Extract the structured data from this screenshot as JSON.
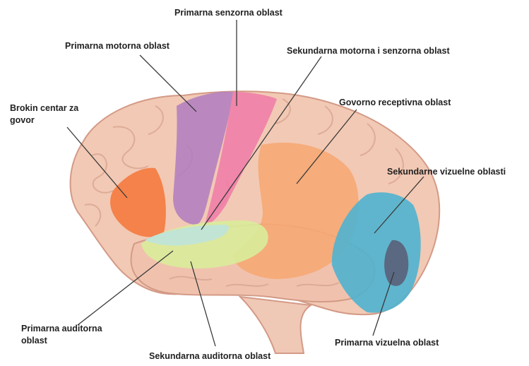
{
  "labels": {
    "primary_sensory": "Primarna senzorna oblast",
    "primary_motor": "Primarna motorna oblast",
    "secondary_motor_sensory": "Sekundarna motorna i senzorna oblast",
    "broca_line1": "Brokin centar za",
    "broca_line2": "govor",
    "speech_receptive": "Govorno receptivna oblast",
    "secondary_visual": "Sekundarne vizuelne oblasti",
    "primary_auditory_line1": "Primarna auditorna",
    "primary_auditory_line2": "oblast",
    "primary_visual": "Primarna vizuelna oblast",
    "secondary_auditory": "Sekundarna auditorna oblast"
  },
  "colors": {
    "brain_base": "#f2c9b4",
    "primary_motor": "#b07cc0",
    "primary_sensory": "#f07aa8",
    "broca": "#f47a3e",
    "speech_receptive": "#f6a874",
    "secondary_visual": "#4fb3cf",
    "primary_visual": "#5a5f7a",
    "primary_auditory": "#bfe4d8",
    "secondary_auditory": "#d9ec9a",
    "leader_line": "#3a3a3a"
  }
}
